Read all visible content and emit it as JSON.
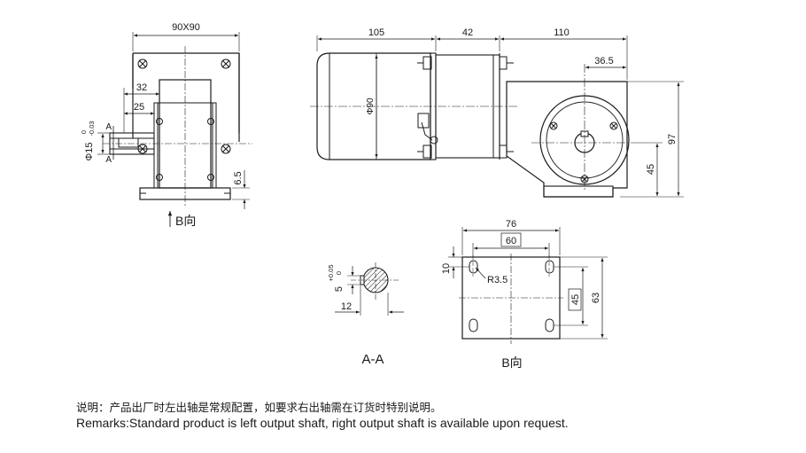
{
  "dims": {
    "side_width": "90X90",
    "offset_32": "32",
    "offset_25": "25",
    "section_a": "A",
    "shaft_dia": "Φ15",
    "shaft_tol_upper": "0",
    "shaft_tol_lower": "-0.03",
    "foot_6_5": "6.5",
    "motor_len": "105",
    "mid_len": "42",
    "gear_len": "110",
    "gear_offset": "36.5",
    "motor_dia": "Φ90",
    "height_97": "97",
    "height_45": "45",
    "key_width": "5",
    "key_tol_upper": "+0.05",
    "key_tol_lower": "0",
    "key_depth": "12",
    "base_width": "76",
    "hole_span": "60",
    "edge_10": "10",
    "hole_radius": "R3.5",
    "hole_span_v": "45",
    "base_height": "63"
  },
  "views": {
    "b_view_left": "B向",
    "section_label": "A-A",
    "b_view_bottom": "B向"
  },
  "notes": {
    "cn": "说明：产品出厂时左出轴是常规配置，如要求右出轴需在订货时特别说明。",
    "en": "Remarks:Standard product is left output shaft, right output shaft is available upon request."
  }
}
